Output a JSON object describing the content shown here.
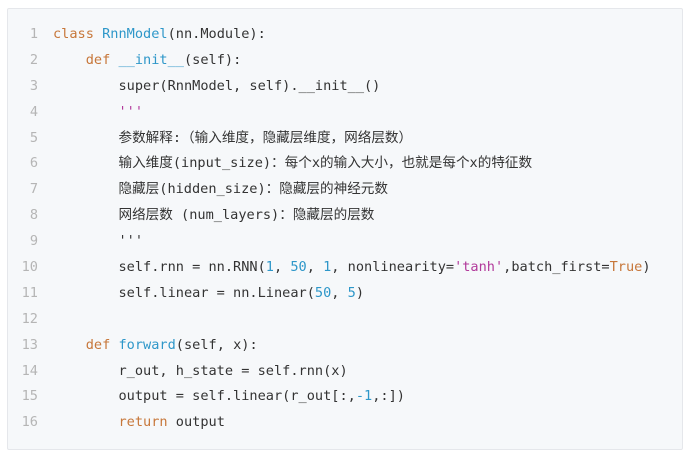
{
  "code_block": {
    "lines": [
      {
        "n": "1",
        "tokens": [
          {
            "c": "kw",
            "t": "class"
          },
          {
            "c": "p",
            "t": " "
          },
          {
            "c": "fn",
            "t": "RnnModel"
          },
          {
            "c": "p",
            "t": "(nn.Module):"
          }
        ]
      },
      {
        "n": "2",
        "tokens": [
          {
            "c": "p",
            "t": "    "
          },
          {
            "c": "kw",
            "t": "def"
          },
          {
            "c": "p",
            "t": " "
          },
          {
            "c": "fn",
            "t": "__init__"
          },
          {
            "c": "p",
            "t": "(self):"
          }
        ]
      },
      {
        "n": "3",
        "tokens": [
          {
            "c": "p",
            "t": "        super(RnnModel, self).__init__()"
          }
        ]
      },
      {
        "n": "4",
        "tokens": [
          {
            "c": "p",
            "t": "        "
          },
          {
            "c": "str",
            "t": "'''"
          }
        ]
      },
      {
        "n": "5",
        "tokens": [
          {
            "c": "p",
            "t": "        参数解释:（输入维度，隐藏层维度，网络层数）"
          }
        ]
      },
      {
        "n": "6",
        "tokens": [
          {
            "c": "p",
            "t": "        输入维度(input_size)：每个x的输入大小，也就是每个x的特征数"
          }
        ]
      },
      {
        "n": "7",
        "tokens": [
          {
            "c": "p",
            "t": "        隐藏层(hidden_size)：隐藏层的神经元数"
          }
        ]
      },
      {
        "n": "8",
        "tokens": [
          {
            "c": "p",
            "t": "        网络层数 (num_layers)：隐藏层的层数"
          }
        ]
      },
      {
        "n": "9",
        "tokens": [
          {
            "c": "p",
            "t": "        '''"
          }
        ]
      },
      {
        "n": "10",
        "tokens": [
          {
            "c": "p",
            "t": "        self.rnn = nn.RNN("
          },
          {
            "c": "num",
            "t": "1"
          },
          {
            "c": "p",
            "t": ", "
          },
          {
            "c": "num",
            "t": "50"
          },
          {
            "c": "p",
            "t": ", "
          },
          {
            "c": "num",
            "t": "1"
          },
          {
            "c": "p",
            "t": ", nonlinearity="
          },
          {
            "c": "str",
            "t": "'tanh'"
          },
          {
            "c": "p",
            "t": ",batch_first="
          },
          {
            "c": "bool",
            "t": "True"
          },
          {
            "c": "p",
            "t": ")"
          }
        ]
      },
      {
        "n": "11",
        "tokens": [
          {
            "c": "p",
            "t": "        self.linear = nn.Linear("
          },
          {
            "c": "num",
            "t": "50"
          },
          {
            "c": "p",
            "t": ", "
          },
          {
            "c": "num",
            "t": "5"
          },
          {
            "c": "p",
            "t": ")"
          }
        ]
      },
      {
        "n": "12",
        "tokens": []
      },
      {
        "n": "13",
        "tokens": [
          {
            "c": "p",
            "t": "    "
          },
          {
            "c": "kw",
            "t": "def"
          },
          {
            "c": "p",
            "t": " "
          },
          {
            "c": "fn",
            "t": "forward"
          },
          {
            "c": "p",
            "t": "(self, x):"
          }
        ]
      },
      {
        "n": "14",
        "tokens": [
          {
            "c": "p",
            "t": "        r_out, h_state = self.rnn(x)"
          }
        ]
      },
      {
        "n": "15",
        "tokens": [
          {
            "c": "p",
            "t": "        output = self.linear(r_out[:,"
          },
          {
            "c": "num",
            "t": "-1"
          },
          {
            "c": "p",
            "t": ",:])"
          }
        ]
      },
      {
        "n": "16",
        "tokens": [
          {
            "c": "p",
            "t": "        "
          },
          {
            "c": "kw",
            "t": "return"
          },
          {
            "c": "p",
            "t": " output"
          }
        ]
      }
    ]
  }
}
